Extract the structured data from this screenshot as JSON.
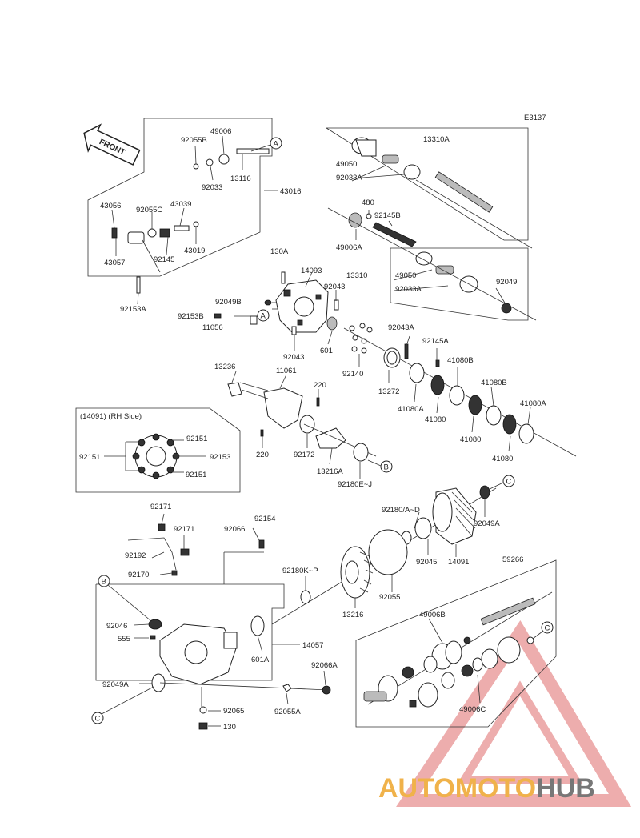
{
  "diagram": {
    "code": "E3137",
    "front_label": "FRONT",
    "rh_side_label": "(14091)  (RH Side)",
    "callouts": {
      "a": "A",
      "b": "B",
      "c": "C"
    },
    "parts": {
      "p13310A": "13310A",
      "p49050a": "49050",
      "p92033Aa": "92033A",
      "p480": "480",
      "p92145B": "92145B",
      "p49006A": "49006A",
      "p13310": "13310",
      "p49050b": "49050",
      "p92033Ab": "92033A",
      "p92049": "92049",
      "p49006": "49006",
      "p92055B": "92055B",
      "p13116": "13116",
      "p92033": "92033",
      "p43016": "43016",
      "p43056": "43056",
      "p92055C": "92055C",
      "p43039": "43039",
      "p43057": "43057",
      "p92145": "92145",
      "p43019": "43019",
      "p92153A": "92153A",
      "p130A": "130A",
      "p14093": "14093",
      "p92043a": "92043",
      "p92049B": "92049B",
      "p92153B": "92153B",
      "p11056": "11056",
      "p92043b": "92043",
      "p601": "601",
      "p92140": "92140",
      "p92043A": "92043A",
      "p92145A": "92145A",
      "p13272": "13272",
      "p41080Aa": "41080A",
      "p41080Ba": "41080B",
      "p41080a": "41080",
      "p41080Bb": "41080B",
      "p41080b": "41080",
      "p41080Ab": "41080A",
      "p41080c": "41080",
      "p13236": "13236",
      "p11061": "11061",
      "p220a": "220",
      "p220b": "220",
      "p92172": "92172",
      "p13216A": "13216A",
      "p92180EJ": "92180E~J",
      "p92151a": "92151",
      "p92151b": "92151",
      "p92153": "92153",
      "p92151c": "92151",
      "p92180AD": "92180/A~D",
      "p92049Aa": "92049A",
      "p92045": "92045",
      "p14091": "14091",
      "p92171a": "92171",
      "p92171b": "92171",
      "p92066": "92066",
      "p92154": "92154",
      "p92192": "92192",
      "p92170": "92170",
      "p92180KP": "92180K~P",
      "p92055": "92055",
      "p59266": "59266",
      "p13216": "13216",
      "p92046": "92046",
      "p555": "555",
      "p49006B": "49006B",
      "p14057": "14057",
      "p601A": "601A",
      "p92066A": "92066A",
      "p92049Ab": "92049A",
      "p92065": "92065",
      "p92055A": "92055A",
      "p130": "130",
      "p49006C": "49006C"
    }
  },
  "watermark": {
    "part1": "AUTO",
    "part2": "MOTO",
    "part3": "HUB"
  }
}
